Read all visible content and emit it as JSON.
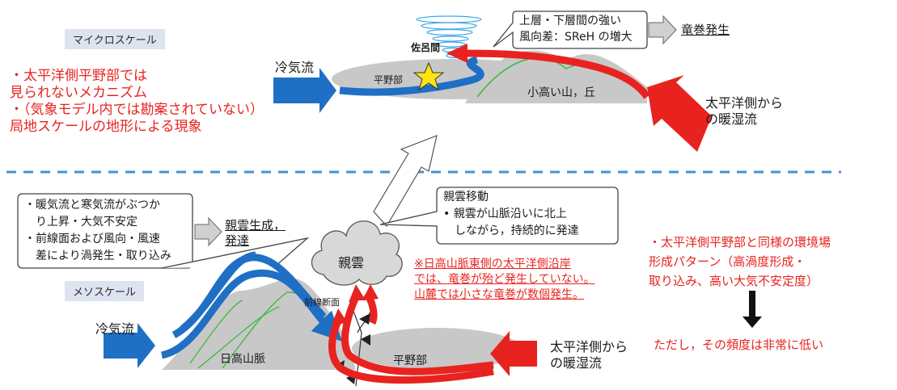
{
  "micro": {
    "tag": "マイクロスケール",
    "bullets_red": [
      "・太平洋側平野部では",
      "見られないメカニズム",
      "・（気象モデル内では勘案されていない）",
      "局地スケールの地形による現象"
    ],
    "callout_lines": [
      "上層・下層間の強い",
      "風向差：SReH の増大"
    ],
    "callout_result": "竜巻発生",
    "cold_flow": "冷気流",
    "plain": "平野部",
    "saroma": "佐呂間",
    "hill": "小高い山，丘",
    "warm_flow_lines": [
      "太平洋側から",
      "の暖湿流"
    ]
  },
  "meso": {
    "tag": "メソスケール",
    "gen_box_lines": [
      "・暖気流と寒気流がぶつか",
      "　り上昇・大気不安定",
      "・前線面および風向・風速",
      "　差により渦発生・取り込み"
    ],
    "gen_result_lines": [
      "親雲生成，",
      "発達"
    ],
    "move_box_title": "親雲移動",
    "move_box_lines": [
      "• 親雲が山脈沿いに北上",
      "　しながら，持続的に発達"
    ],
    "cloud": "親雲",
    "note_red_lines": [
      "※日高山脈東側の太平洋側沿岸",
      "では、竜巻が殆ど発生していない。",
      "山麓では小さな竜巻が数個発生。"
    ],
    "front": "前線断面",
    "cold_flow": "冷気流",
    "mountain": "日高山脈",
    "plain": "平野部",
    "warm_flow_lines": [
      "太平洋側から",
      "の暖湿流"
    ],
    "right_red_lines": [
      "・太平洋側平野部と同様の環境場",
      "形成パターン（高渦度形成・",
      "取り込み、高い大気不安定度）"
    ],
    "right_red_bottom": "ただし，その頻度は非常に低い"
  },
  "colors": {
    "blue": "#1f6fc5",
    "red": "#e8231f",
    "gray": "#c8c8c8",
    "green": "#3cb83c",
    "divider": "#4a8fd4"
  }
}
